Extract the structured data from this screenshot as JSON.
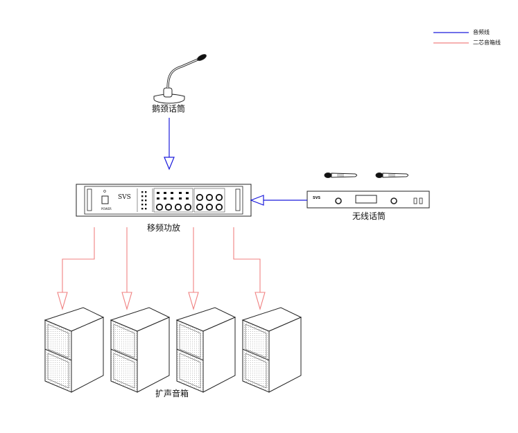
{
  "legend": {
    "audio_line": "音频线",
    "speaker_line": "二芯音箱线",
    "audio_color": "#1a1adc",
    "speaker_color": "#f08080"
  },
  "components": {
    "gooseneck_mic": "鹅颈话筒",
    "amplifier": "移频功放",
    "wireless_mic": "无线话筒",
    "speakers": "扩声音箱"
  },
  "amplifier_panel": {
    "brand": "SVS",
    "power_label": "POWER"
  },
  "receiver_panel": {
    "brand": "SVS"
  }
}
